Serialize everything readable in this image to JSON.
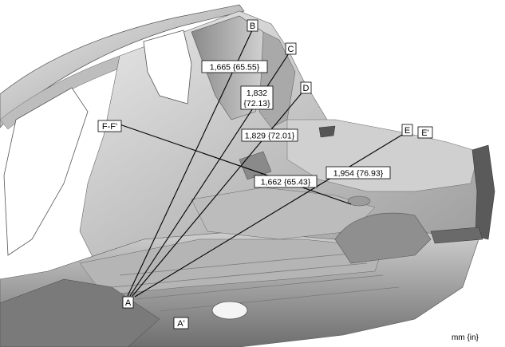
{
  "diagram": {
    "points": {
      "A": "A",
      "A_prime": "A'",
      "B": "B",
      "C": "C",
      "D": "D",
      "E": "E",
      "E_prime": "E'",
      "F_F_prime": "F-F'"
    },
    "measurements": {
      "a_b": "1,665 {65.55}",
      "a_c_line1": "1,832",
      "a_c_line2": "{72.13}",
      "a_d": "1,829 {72.01}",
      "a_e": "1,954 {76.93}",
      "f_f": "1,662 {65.43}"
    },
    "unit_note": "mm {in}"
  }
}
